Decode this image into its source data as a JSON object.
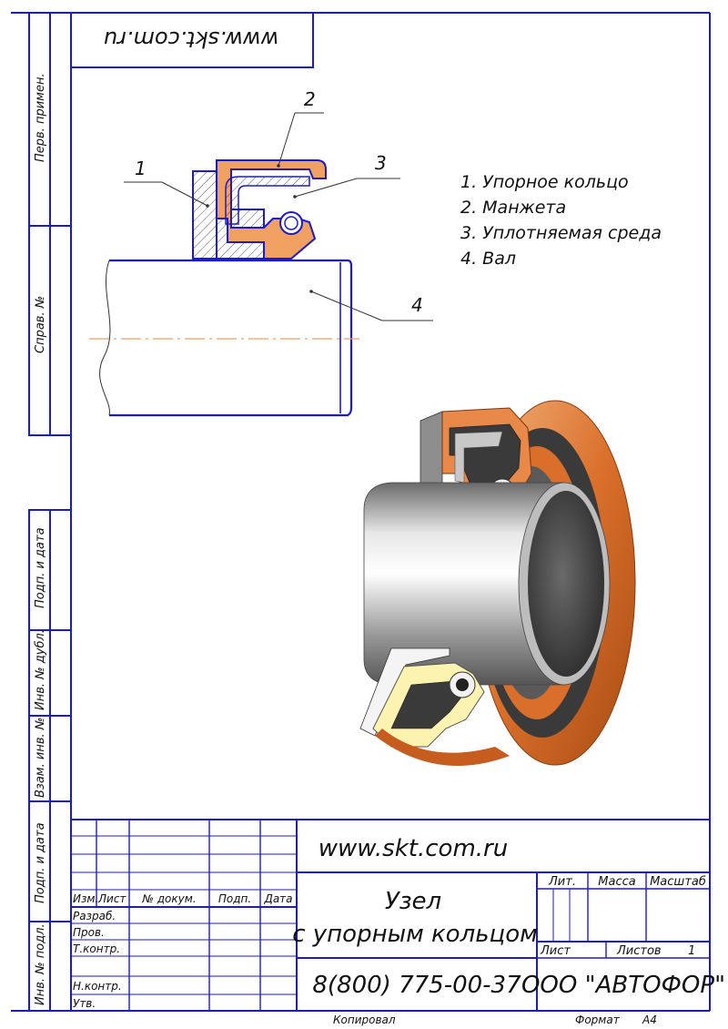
{
  "header": {
    "website_mirrored": "www.skt.com.ru"
  },
  "side_stamp": {
    "perv_primen": "Перв. примен.",
    "sprav_no": "Справ. №",
    "podp_i_data_top": "Подп. и дата",
    "inv_no_dubl": "Инв. № дубл.",
    "vzam_inv_no": "Взам. инв. №",
    "podp_i_data_bottom": "Подп. и дата",
    "inv_no_podl": "Инв. № подл."
  },
  "callouts": [
    "1",
    "2",
    "3",
    "4"
  ],
  "legend": [
    "1.  Упорное кольцо",
    "2.  Манжета",
    "3.  Уплотняемая среда",
    "4.  Вал"
  ],
  "title_block": {
    "website": "www.skt.com.ru",
    "title_line1": "Узел",
    "title_line2": "с упорным кольцом",
    "phone": "8(800) 775-00-37",
    "company": "ООО \"АВТОФОР\"",
    "lit": "Лит.",
    "massa": "Масса",
    "masshtab": "Масштаб",
    "list": "Лист",
    "listov": "Листов",
    "listov_value": "1",
    "izm": "Изм.",
    "list_col": "Лист",
    "doc_no": "№ докум.",
    "podp": "Подп.",
    "data": "Дата",
    "rows": [
      "Разраб.",
      "Пров.",
      "Т.контр.",
      "",
      "Н.контр.",
      "Утв."
    ]
  },
  "footer": {
    "kopiroval": "Копировал",
    "format_label": "Формат",
    "format_value": "А4"
  },
  "colors": {
    "frame": "#1a1ad0",
    "seal": "#f0a060",
    "seal_dark": "#c45a18",
    "axis": "#f0a060"
  }
}
